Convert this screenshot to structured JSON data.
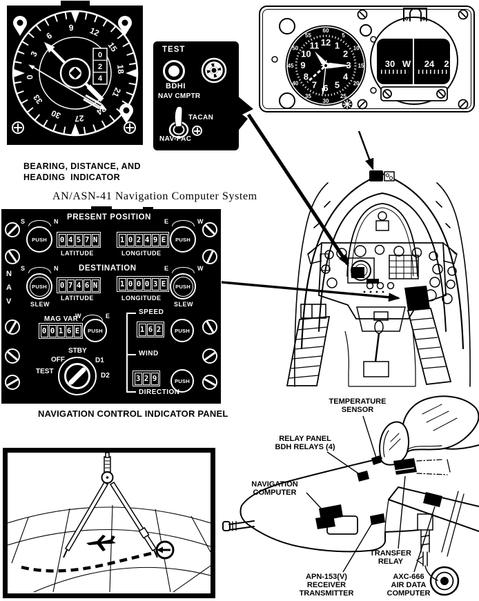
{
  "title": "AN/ASN-41 Navigation Computer System",
  "bdhi": {
    "caption_line1": "BEARING, DISTANCE, AND",
    "caption_line2": "HEADING  INDICATOR",
    "dial_numbers": [
      "0",
      "3",
      "6",
      "9",
      "12",
      "15",
      "18",
      "21",
      "24",
      "27",
      "30",
      "33"
    ],
    "distance_digits": [
      "0",
      "2",
      "4"
    ]
  },
  "test_panel": {
    "test": "TEST",
    "bdhi": "BDHI",
    "nav_cmptr": "NAV CMPTR",
    "tacan": "TACAN",
    "nav_pac": "NAV-PAC"
  },
  "clock": {
    "hours": [
      "12",
      "1",
      "2",
      "3",
      "4",
      "5",
      "6",
      "7",
      "8",
      "9",
      "10",
      "11"
    ],
    "minutes": [
      "60",
      "5",
      "10",
      "15",
      "20",
      "25",
      "30",
      "35",
      "40",
      "45",
      "50",
      "55"
    ]
  },
  "compass": {
    "tokens": [
      "30",
      "W",
      "24",
      "2"
    ]
  },
  "nav_panel": {
    "nav_letters": [
      "N",
      "A",
      "V"
    ],
    "present_position": "PRESENT POSITION",
    "destination": "DESTINATION",
    "latitude": "LATITUDE",
    "longitude": "LONGITUDE",
    "push": "PUSH",
    "slew": "SLEW",
    "s": "S",
    "n": "N",
    "e": "E",
    "w": "W",
    "present_latitude": "0457N",
    "present_longitude": "10249E",
    "destination_latitude": "0746N",
    "destination_longitude": "10003E",
    "mag_var": "MAG VAR",
    "mag_var_value": "0016E",
    "rotary": {
      "off": "OFF",
      "stby": "STBY",
      "d1": "D1",
      "d2": "D2",
      "test": "TEST"
    },
    "speed": "SPEED",
    "speed_value": "162",
    "wind": "WIND",
    "direction": "DIRECTION",
    "direction_value": "329",
    "caption": "NAVIGATION CONTROL INDICATOR PANEL"
  },
  "aircraft": {
    "labels": {
      "temperature_sensor": [
        "TEMPERATURE",
        "SENSOR"
      ],
      "relay_panel": [
        "RELAY PANEL",
        "BDH RELAYS (4)"
      ],
      "navigation_computer": [
        "NAVIGATION",
        "COMPUTER"
      ],
      "transfer_relay": [
        "TRANSFER",
        "RELAY"
      ],
      "apn": [
        "APN-153(V)",
        "RECEIVER",
        "TRANSMITTER"
      ],
      "axc": [
        "AXC-666",
        "AIR DATA",
        "COMPUTER"
      ]
    }
  }
}
